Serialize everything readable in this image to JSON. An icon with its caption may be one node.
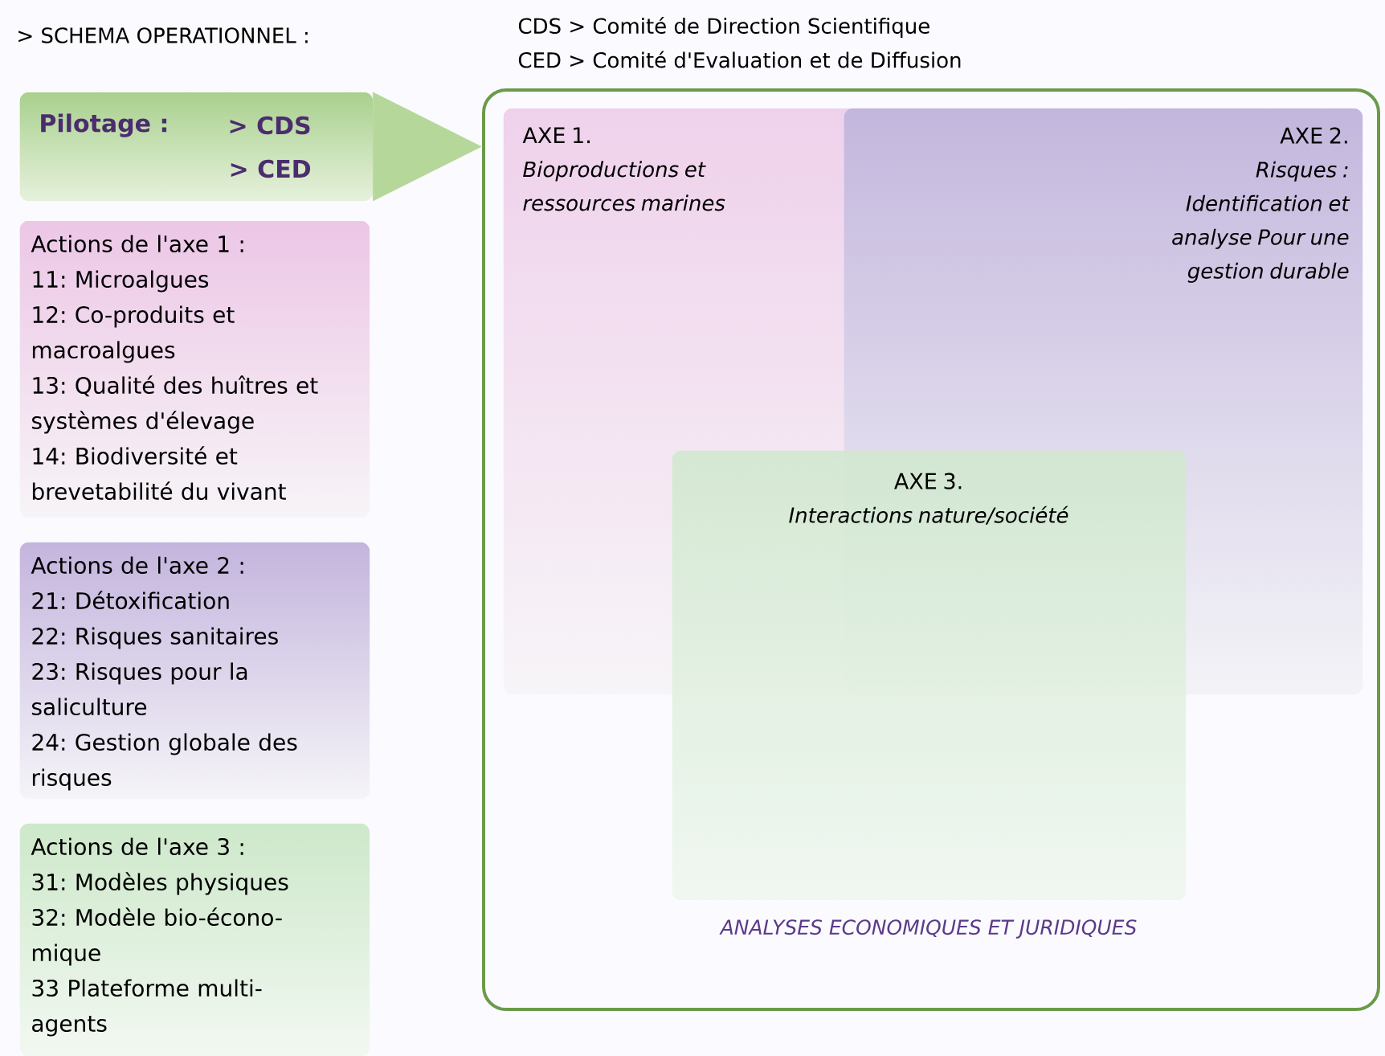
{
  "diagram": {
    "title": "> SCHEMA OPERATIONNEL :",
    "nodes": [
      {
        "text": [
          "Pilotage :",
          "> CDS",
          "> CED"
        ]
      },
      {
        "text": [
          "Actions de l'axe 1 :",
          "11: Microalgues",
          "12: Co-produits et macroalgues",
          "13: Qualité des huîtres et systèmes d'élevage",
          "14: Biodiversité et brevetabilité du vivant"
        ]
      },
      {
        "text": [
          "Actions de l'axe 2 :",
          "21: Détoxification",
          "22: Risques sanitaires",
          "23: Risques pour la saliculture",
          "24: Gestion globale des risques"
        ]
      },
      {
        "text": [
          "Actions de l'axe 3 :",
          "31: Modèles physiques",
          "32: Modèle bio-écono- mique",
          "33 Plateforme multi- agents"
        ]
      },
      {
        "text": [
          "ANALYSES ECONOMIQUES ET JURIDIQUES"
        ]
      },
      {
        "text": [
          "AXE 1.",
          "Bioproductions et ressources marines"
        ],
        "in": 4
      },
      {
        "text": [
          "AXE 2.",
          "Risques : Identification et analyse Pour une gestion durable"
        ],
        "in": 4
      },
      {
        "text": [
          "AXE 3.",
          "Interactions nature/société"
        ],
        "in": 4
      }
    ],
    "edges": [
      {
        "from": 0,
        "to": 4,
        "arrow": "to"
      }
    ],
    "labels": [
      "CDS > Comité de Direction Scientifique",
      "CED > Comité d'Evaluation et de Diffusion"
    ]
  }
}
